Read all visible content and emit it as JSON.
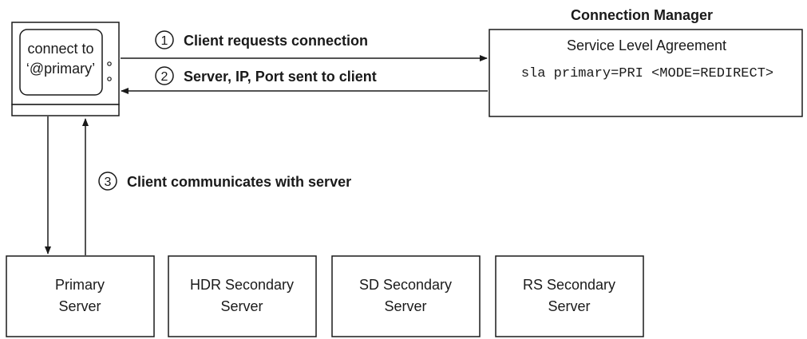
{
  "client": {
    "screen_line1": "connect to",
    "screen_line2": "‘@primary’"
  },
  "connection_manager": {
    "title": "Connection Manager",
    "box_title": "Service Level Agreement",
    "sla_text": "sla primary=PRI <MODE=REDIRECT>"
  },
  "steps": [
    {
      "number": "1",
      "label": "Client requests connection"
    },
    {
      "number": "2",
      "label": "Server, IP, Port sent to client"
    },
    {
      "number": "3",
      "label": "Client communicates with server"
    }
  ],
  "servers": [
    {
      "line1": "Primary",
      "line2": "Server"
    },
    {
      "line1": "HDR Secondary",
      "line2": "Server"
    },
    {
      "line1": "SD Secondary",
      "line2": "Server"
    },
    {
      "line1": "RS Secondary",
      "line2": "Server"
    }
  ]
}
